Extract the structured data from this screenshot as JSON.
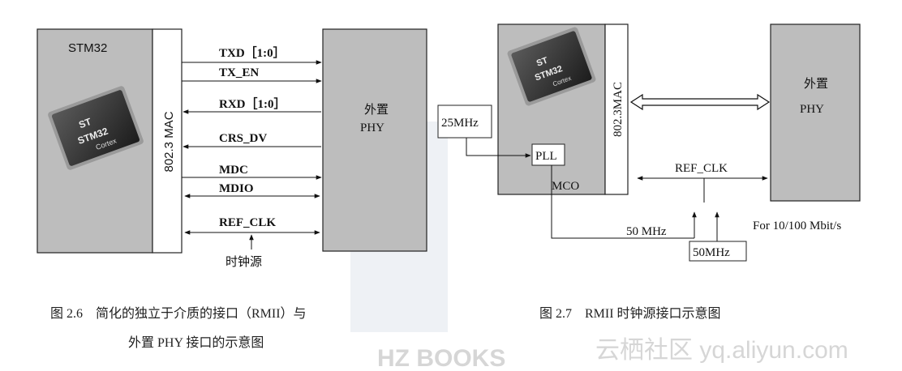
{
  "fig26": {
    "chip_title": "STM32",
    "mac_label": "802.3 MAC",
    "phy_label": "外置",
    "phy_label2": "PHY",
    "signals": [
      "TXD［1:0］",
      "TX_EN",
      "RXD［1:0］",
      "CRS_DV",
      "MDC",
      "MDIO",
      "REF_CLK"
    ],
    "clock_source": "时钟源",
    "caption_line1": "图 2.6　简化的独立于介质的接口（RMII）与",
    "caption_line2": "外置 PHY 接口的示意图"
  },
  "fig27": {
    "mac_label": "802.3MAC",
    "phy_label": "外置",
    "phy_label2": "PHY",
    "osc": "25MHz",
    "pll": "PLL",
    "mco": "MCO",
    "ref_clk": "REF_CLK",
    "clk_50_line": "50 MHz",
    "clk_50_box": "50MHz",
    "speed_note": "For 10/100 Mbit/s",
    "caption": "图 2.7　RMII 时钟源接口示意图"
  },
  "chip_logo": {
    "brand": "STM32",
    "sub": "Cortex"
  },
  "watermarks": {
    "left": "HZ BOOKS",
    "right": "云栖社区 yq.aliyun.com"
  }
}
